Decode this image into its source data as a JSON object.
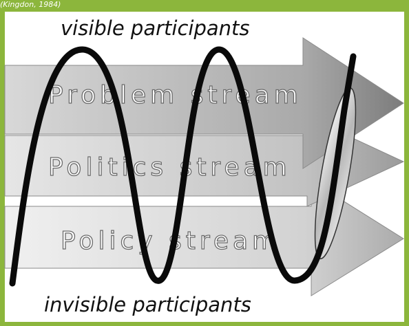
{
  "header": {
    "text": "(Kingdon, 1984)"
  },
  "captions": {
    "top": "visible participants",
    "bottom": "invisible participants"
  },
  "streams": [
    {
      "label": "Problem stream",
      "fill": "#b9b9b9"
    },
    {
      "label": "Politics stream",
      "fill": "#cfcfcf"
    },
    {
      "label": "Policy stream",
      "fill": "#e3e3e3"
    }
  ],
  "colors": {
    "border": "#8cb63c",
    "wave": "#0a0a0a",
    "window": "#c4c4c4"
  }
}
